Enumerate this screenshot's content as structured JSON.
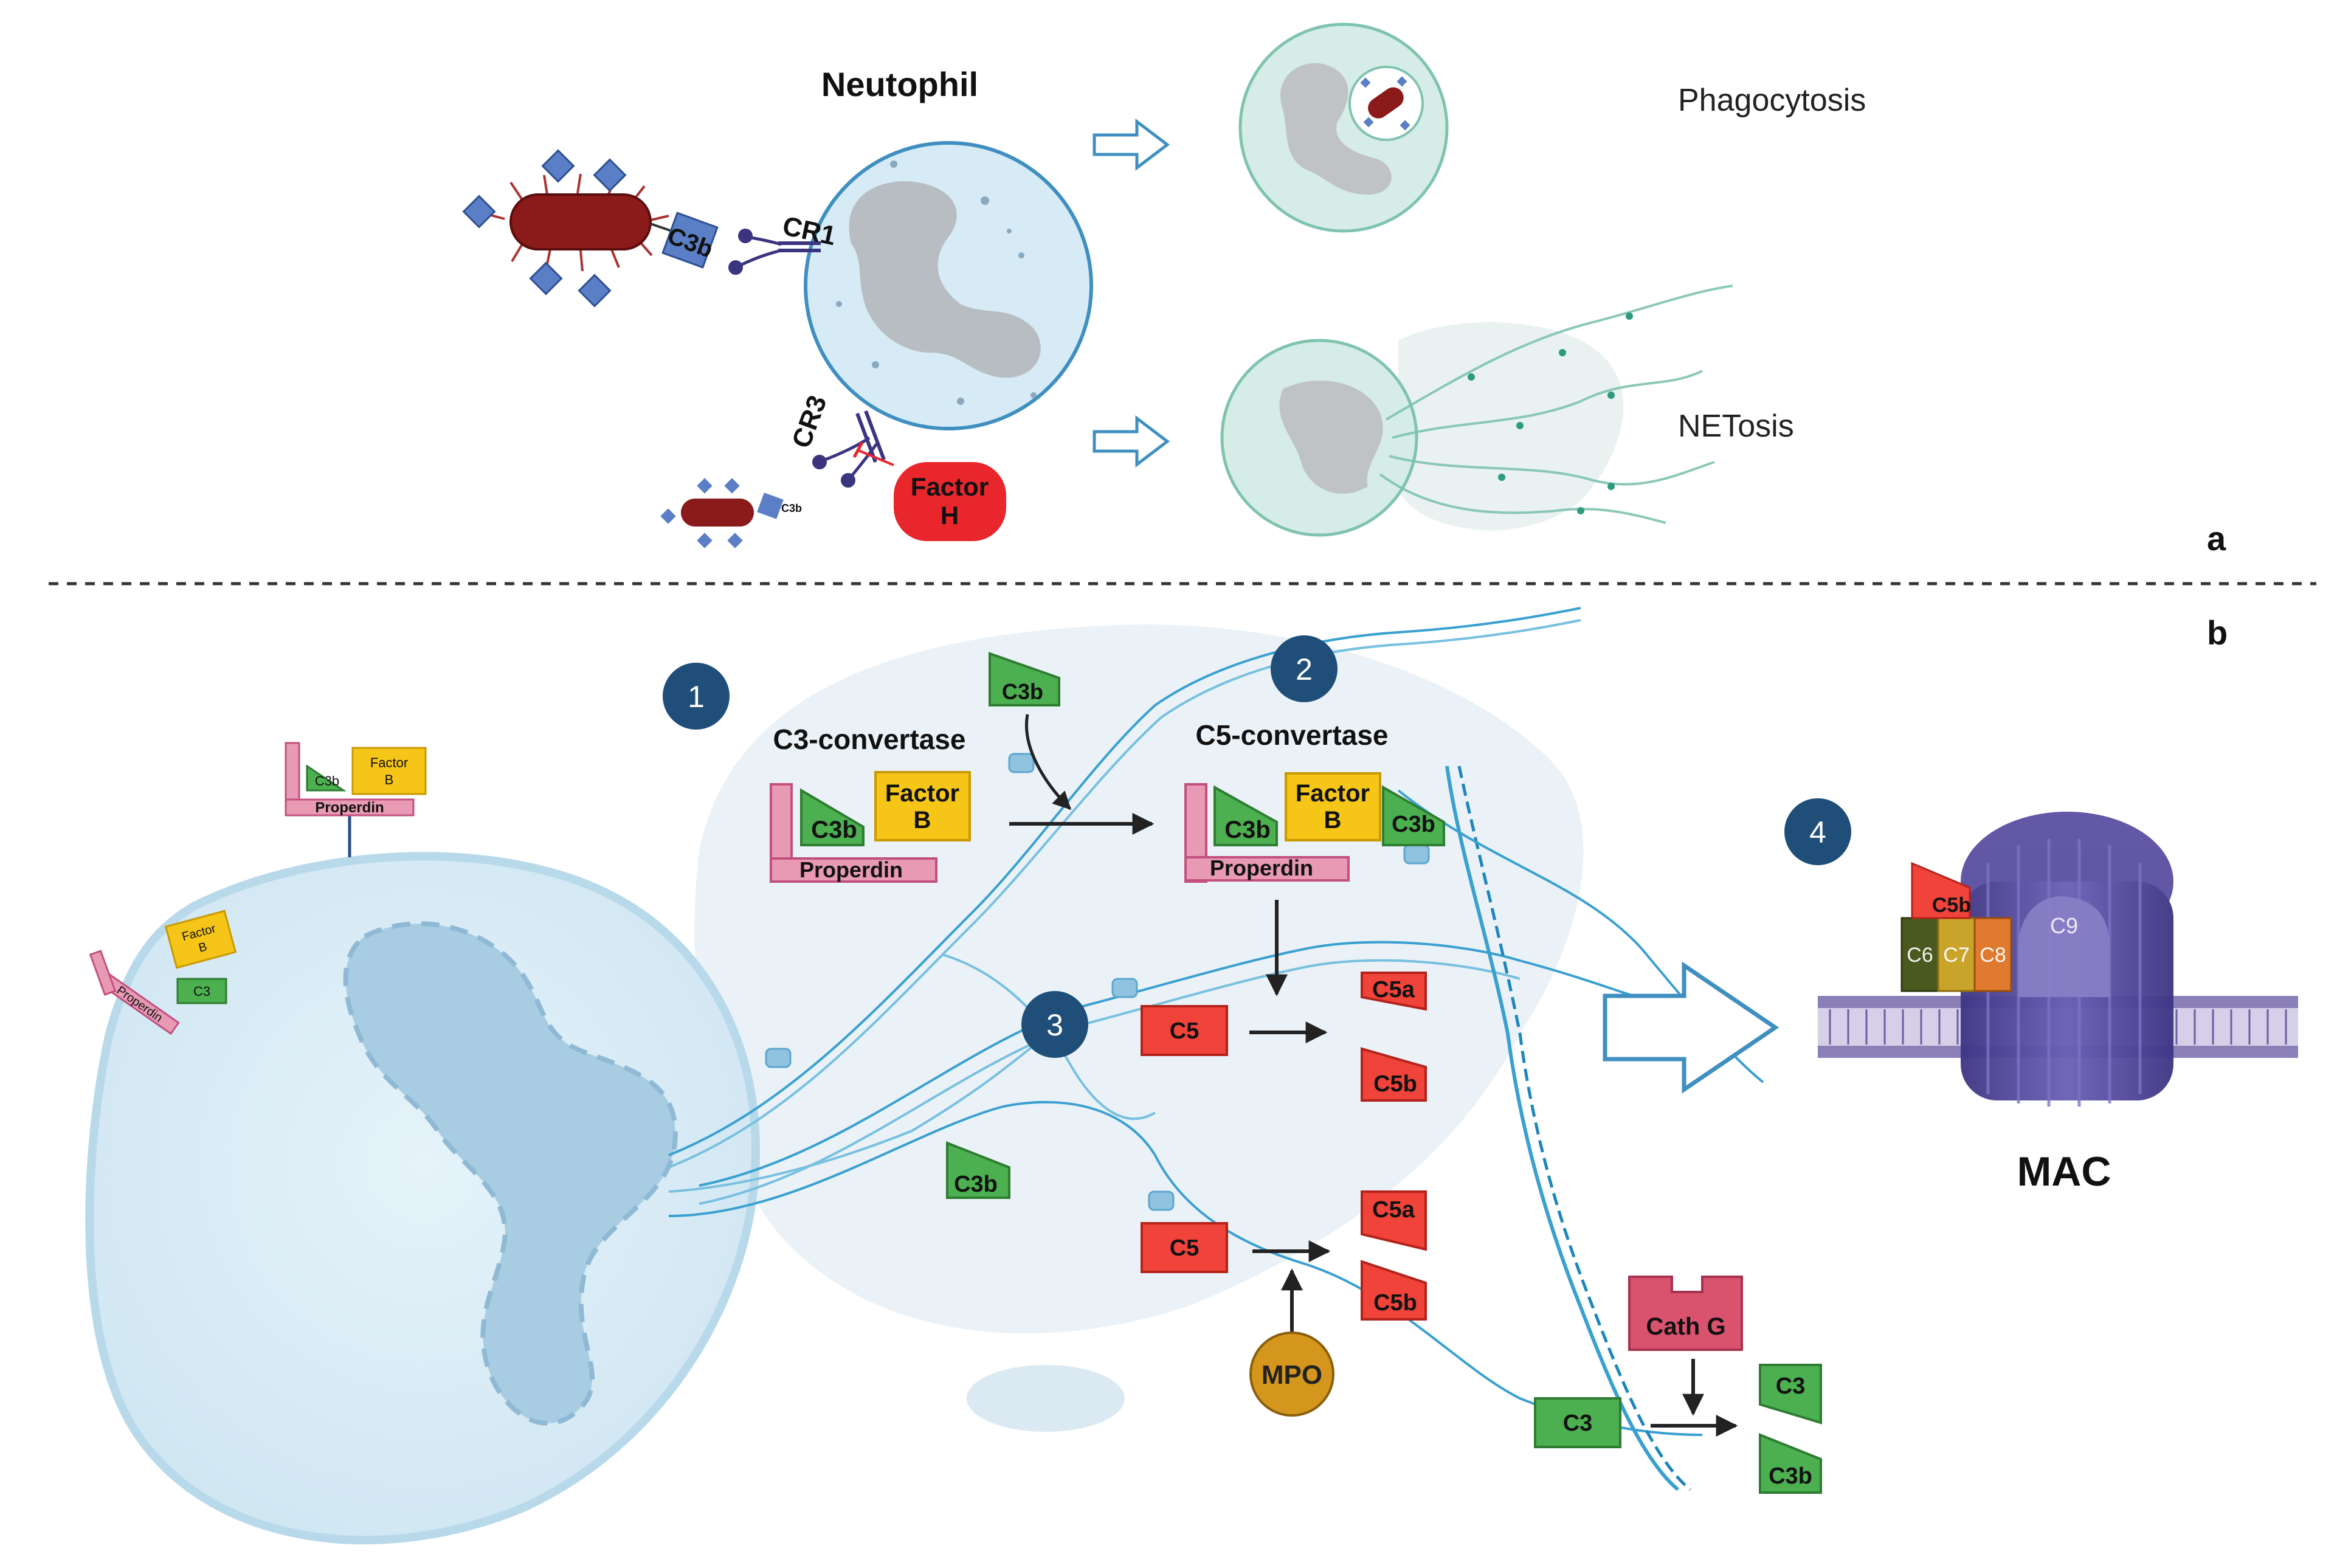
{
  "panel_a": {
    "panel_label": "a",
    "cell_title": "Neutophil",
    "receptor_cr1": "CR1",
    "receptor_cr3": "CR3",
    "opsonin_label": "C3b",
    "opsonin_small_label": "C3b",
    "factor_h_line1": "Factor",
    "factor_h_line2": "H",
    "outcome_phagocytosis": "Phagocytosis",
    "outcome_netosis": "NETosis"
  },
  "panel_b": {
    "panel_label": "b",
    "steps": [
      "1",
      "2",
      "3",
      "4"
    ],
    "membrane_complex": {
      "c3b": "C3b",
      "factor_line1": "Factor",
      "factor_line2": "B",
      "properdin": "Properdin"
    },
    "membrane_loose": {
      "factor_line1": "Factor",
      "factor_line2": "B",
      "c3": "C3",
      "properdin": "Properdin"
    },
    "c3_convertase": {
      "title": "C3-convertase",
      "c3b": "C3b",
      "factor_line1": "Factor",
      "factor_line2": "B",
      "properdin": "Properdin"
    },
    "free_c3b_top": "C3b",
    "c5_convertase": {
      "title": "C5-convertase",
      "c3b": "C3b",
      "factor_line1": "Factor",
      "factor_line2": "B",
      "c3b_second": "C3b",
      "properdin": "Properdin"
    },
    "c5_cleavage_upper": {
      "c5": "C5",
      "c5a": "C5a",
      "c5b": "C5b"
    },
    "c5_cleavage_lower": {
      "c5": "C5",
      "c5a": "C5a",
      "c5b": "C5b"
    },
    "free_c3b_mid": "C3b",
    "mpo": "MPO",
    "cathepsin": "Cath G",
    "c3_cleavage": {
      "c3": "C3",
      "c3_product": "C3",
      "c3b_product": "C3b"
    },
    "mac": {
      "c5b": "C5b",
      "c6": "C6",
      "c7": "C7",
      "c8": "C8",
      "c9": "C9",
      "label": "MAC"
    }
  },
  "colors": {
    "step_badge": "#1f4e79",
    "c3b_green": "#4caf50",
    "factor_yellow": "#f5c518",
    "properdin_pink": "#e89ab5",
    "c5_red": "#f0433a",
    "cath_pink": "#d9536f",
    "mpo_gold": "#d4961c",
    "factor_h_red": "#e8262b",
    "neutrophil_blue": "#d6ebf5",
    "dna_blue": "#3aa0d0",
    "mac_purple": "#5a4fa0"
  }
}
